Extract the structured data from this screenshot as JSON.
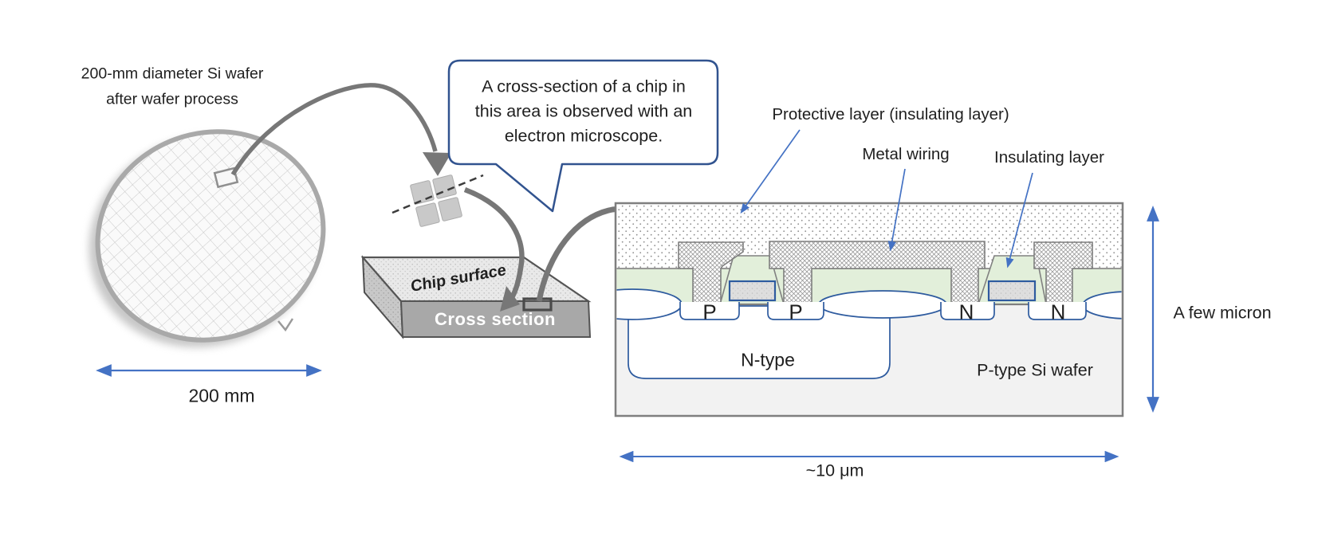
{
  "wafer_panel": {
    "title_line1": "200-mm diameter Si wafer",
    "title_line2": "after wafer process",
    "dimension_label": "200 mm"
  },
  "speech_bubble": {
    "line1": "A cross-section of a chip in",
    "line2": "this area is observed with an",
    "line3": "electron microscope."
  },
  "chip_block": {
    "surface_label": "Chip surface",
    "cross_section_label": "Cross section"
  },
  "cross_section": {
    "layer_labels": {
      "protective": "Protective layer (insulating layer)",
      "metal": "Metal wiring",
      "insulating": "Insulating layer"
    },
    "regions": {
      "p1": "P",
      "p2": "P",
      "n1": "N",
      "n2": "N",
      "n_well": "N-type",
      "substrate": "P-type Si wafer"
    },
    "height_label": "A few micron",
    "width_label": "~10 μm"
  },
  "colors": {
    "accent_blue": "#4472c4",
    "outline_blue": "#2e5b9f",
    "bubble_border": "#31538f",
    "green_layer": "#e2efda",
    "substrate_gray": "#f2f2f2",
    "arrow_gray": "#777777"
  }
}
